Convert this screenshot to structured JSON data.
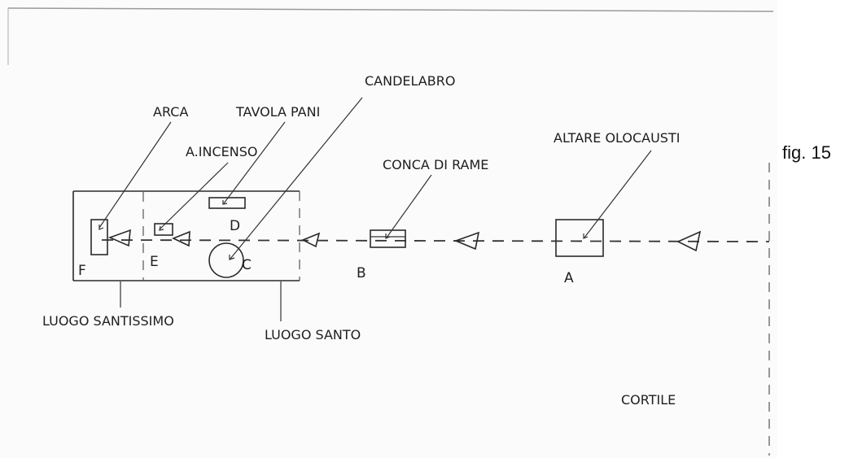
{
  "figure": {
    "caption": "fig. 15"
  },
  "labels": {
    "arca": "ARCA",
    "tavola_pani": "TAVOLA PANI",
    "candelabro": "CANDELABRO",
    "incenso": "A.INCENSO",
    "conca": "CONCA DI RAME",
    "altare": "ALTARE OLOCAUSTI",
    "luogo_santissimo": "LUOGO SANTISSIMO",
    "luogo_santo": "LUOGO SANTO",
    "cortile": "CORTILE"
  },
  "letters": {
    "a": "A",
    "b": "B",
    "c": "C",
    "d": "D",
    "e": "E",
    "f": "F"
  }
}
